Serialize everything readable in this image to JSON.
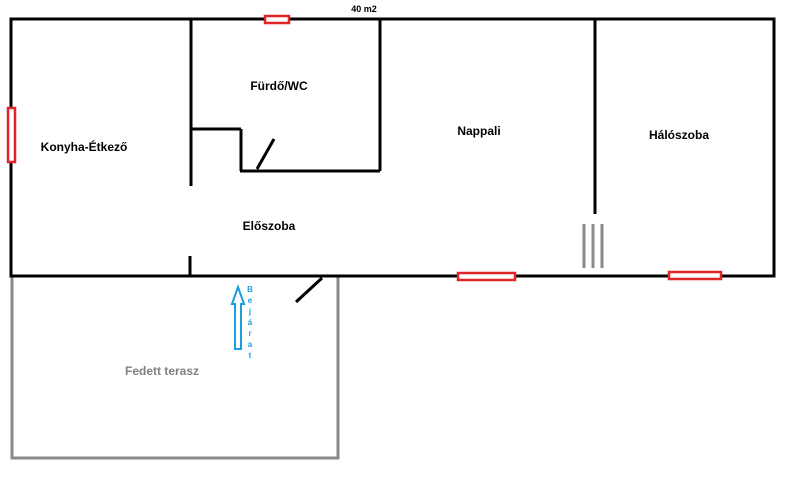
{
  "plan": {
    "area": "40 m2",
    "rooms": {
      "kitchen": "Konyha-Étkező",
      "bathroom": "Fürdő/WC",
      "living": "Nappali",
      "bedroom": "Hálószoba",
      "hall": "Előszoba",
      "terrace": "Fedett terasz"
    },
    "entrance": {
      "letters": [
        "B",
        "e",
        "j",
        "á",
        "r",
        "a",
        "t"
      ]
    }
  },
  "colors": {
    "walls": "#000000",
    "windows": "#e0242a",
    "terrace": "#8a8a8a",
    "terrace_label": "#808080",
    "entrance": "#1a9ee0",
    "divider": "#8a8a8a"
  },
  "icons": {
    "entrance_arrow": "arrow-up-icon"
  }
}
